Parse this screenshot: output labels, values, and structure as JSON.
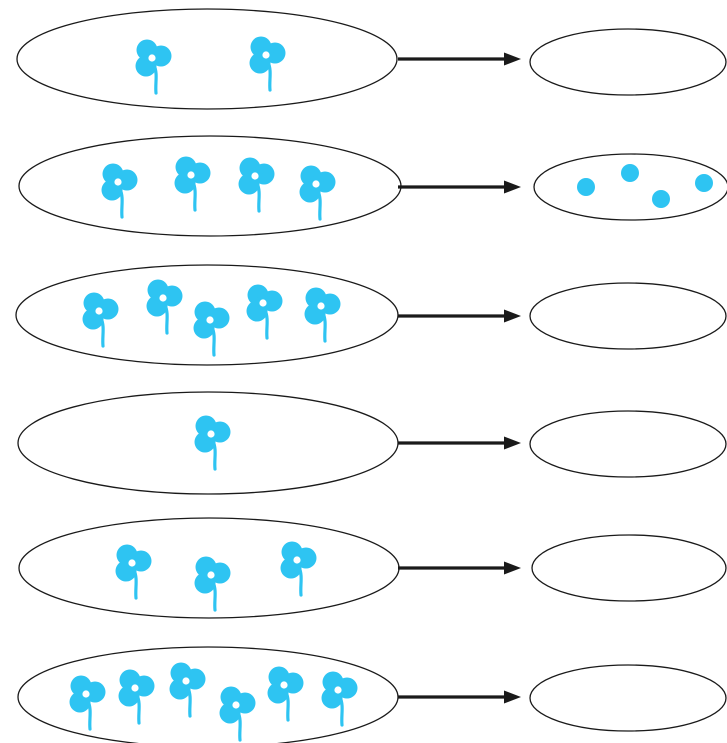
{
  "colors": {
    "flower": "#2ec4f2",
    "center": "#ffffff",
    "outline": "#1a1a1a"
  },
  "icons": {
    "item": "clover-flower-icon",
    "answer_dot": "dot-icon",
    "connector": "right-arrow-icon"
  },
  "rows": [
    {
      "flower_count": 2,
      "answer_dots": 0
    },
    {
      "flower_count": 4,
      "answer_dots": 4
    },
    {
      "flower_count": 5,
      "answer_dots": 0
    },
    {
      "flower_count": 1,
      "answer_dots": 0
    },
    {
      "flower_count": 3,
      "answer_dots": 0
    },
    {
      "flower_count": 6,
      "answer_dots": 0
    }
  ]
}
